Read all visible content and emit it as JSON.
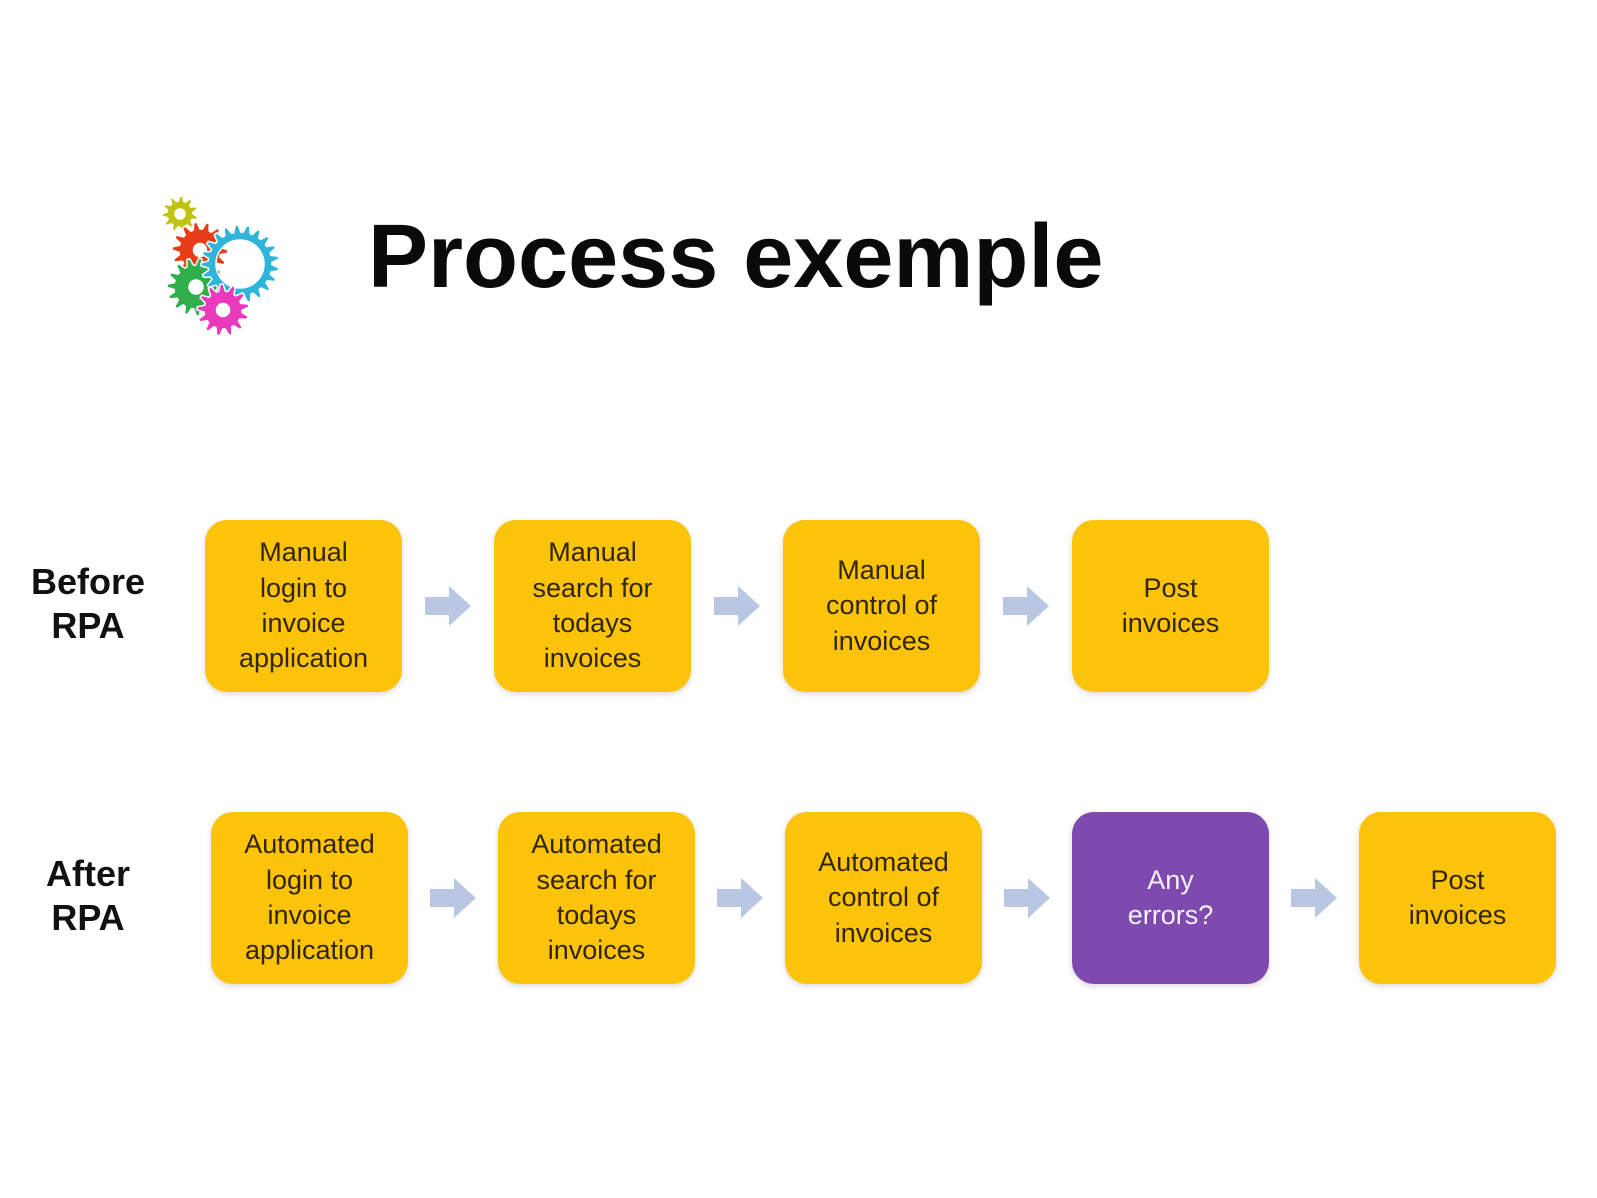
{
  "slide": {
    "title": "Process exemple"
  },
  "logo": {
    "label": "gears",
    "colors": {
      "olive": "#bfc414",
      "red": "#e63d18",
      "green": "#2fae4a",
      "cyan": "#2fb5d9",
      "magenta": "#ea3abc"
    }
  },
  "colors": {
    "title": "#0a0a0a",
    "label": "#111111",
    "box_yellow": "#fcc30b",
    "box_purple": "#7e4aaf",
    "box_text_dark": "#312502",
    "box_text_light": "#f6f0fa",
    "arrow": "#b9c7e2"
  },
  "rows": [
    {
      "id": "before-rpa",
      "label": "Before\nRPA",
      "steps": [
        {
          "text": "Manual\nlogin to\ninvoice\napplication",
          "variant": "yellow"
        },
        {
          "text": "Manual\nsearch for\ntodays\ninvoices",
          "variant": "yellow"
        },
        {
          "text": "Manual\ncontrol of\ninvoices",
          "variant": "yellow"
        },
        {
          "text": "Post\ninvoices",
          "variant": "yellow"
        }
      ]
    },
    {
      "id": "after-rpa",
      "label": "After\nRPA",
      "steps": [
        {
          "text": "Automated\nlogin to\ninvoice\napplication",
          "variant": "yellow"
        },
        {
          "text": "Automated\nsearch for\ntodays\ninvoices",
          "variant": "yellow"
        },
        {
          "text": "Automated\ncontrol of\ninvoices",
          "variant": "yellow"
        },
        {
          "text": "Any\nerrors?",
          "variant": "purple"
        },
        {
          "text": "Post\ninvoices",
          "variant": "yellow"
        }
      ]
    }
  ]
}
